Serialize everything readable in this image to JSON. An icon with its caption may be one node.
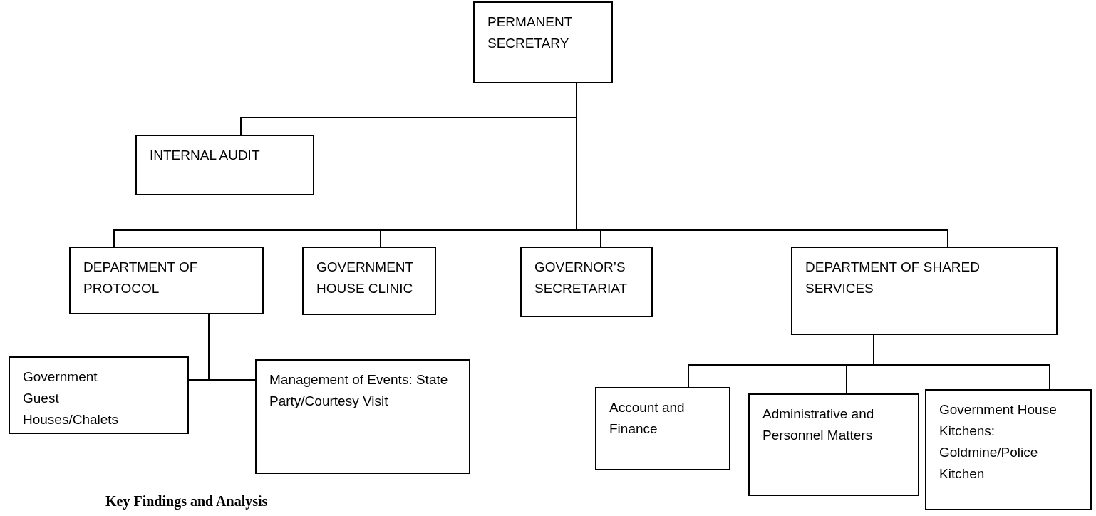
{
  "diagram": {
    "nodes": [
      {
        "text": [
          "PERMANENT SECRETARY"
        ]
      },
      {
        "text": [
          "INTERNAL AUDIT"
        ]
      },
      {
        "text": [
          "DEPARTMENT OF PROTOCOL"
        ]
      },
      {
        "text": [
          "GOVERNMENT HOUSE CLINIC"
        ]
      },
      {
        "text": [
          "GOVERNOR’S SECRETARIAT"
        ]
      },
      {
        "text": [
          "DEPARTMENT OF SHARED SERVICES"
        ]
      },
      {
        "text": [
          "Government Guest Houses/Chalets"
        ]
      },
      {
        "text": [
          "Management of Events: State Party/Courtesy Visit"
        ]
      },
      {
        "text": [
          "Account and Finance"
        ]
      },
      {
        "text": [
          "Administrative and Personnel Matters"
        ]
      },
      {
        "text": [
          "Government House Kitchens: Goldmine/Police Kitchen"
        ]
      }
    ],
    "edges": [
      {
        "from": 0,
        "to": 1,
        "arrow": "none"
      },
      {
        "from": 0,
        "to": 2,
        "arrow": "none"
      },
      {
        "from": 0,
        "to": 3,
        "arrow": "none"
      },
      {
        "from": 0,
        "to": 4,
        "arrow": "none"
      },
      {
        "from": 0,
        "to": 5,
        "arrow": "none"
      },
      {
        "from": 2,
        "to": 6,
        "arrow": "none"
      },
      {
        "from": 2,
        "to": 7,
        "arrow": "none"
      },
      {
        "from": 5,
        "to": 8,
        "arrow": "none"
      },
      {
        "from": 5,
        "to": 9,
        "arrow": "none"
      },
      {
        "from": 5,
        "to": 10,
        "arrow": "none"
      }
    ],
    "labels": [
      "Key Findings and Analysis"
    ]
  }
}
